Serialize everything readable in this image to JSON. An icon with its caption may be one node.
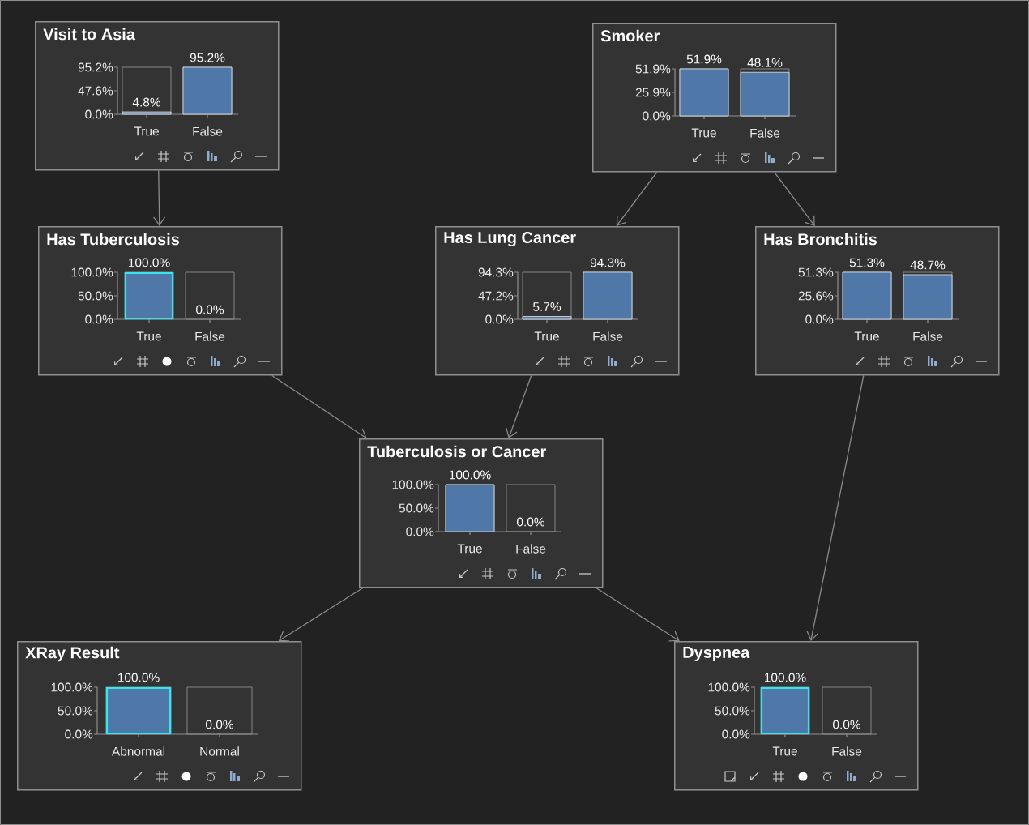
{
  "diagram": {
    "nodes": [
      {
        "text": [
          "Visit to Asia",
          "95.2%",
          "47.6%",
          "0.0%",
          "4.8%",
          "95.2%",
          "True",
          "False"
        ]
      },
      {
        "text": [
          "Smoker",
          "51.9%",
          "25.9%",
          "0.0%",
          "51.9%",
          "48.1%",
          "True",
          "False"
        ]
      },
      {
        "text": [
          "Has Tuberculosis",
          "100.0%",
          "50.0%",
          "0.0%",
          "100.0%",
          "0.0%",
          "True",
          "False"
        ]
      },
      {
        "text": [
          "Has Lung Cancer",
          "94.3%",
          "47.2%",
          "0.0%",
          "5.7%",
          "94.3%",
          "True",
          "False"
        ]
      },
      {
        "text": [
          "Has Bronchitis",
          "51.3%",
          "25.6%",
          "0.0%",
          "51.3%",
          "48.7%",
          "True",
          "False"
        ]
      },
      {
        "text": [
          "Tuberculosis or Cancer",
          "100.0%",
          "50.0%",
          "0.0%",
          "100.0%",
          "0.0%",
          "True",
          "False"
        ]
      },
      {
        "text": [
          "XRay Result",
          "100.0%",
          "50.0%",
          "0.0%",
          "100.0%",
          "0.0%",
          "Abnormal",
          "Normal"
        ]
      },
      {
        "text": [
          "Dyspnea",
          "100.0%",
          "50.0%",
          "0.0%",
          "100.0%",
          "0.0%",
          "True",
          "False"
        ]
      }
    ],
    "edges": [
      {
        "from": 0,
        "to": 2,
        "arrow": "to"
      },
      {
        "from": 1,
        "to": 3,
        "arrow": "to"
      },
      {
        "from": 1,
        "to": 4,
        "arrow": "to"
      },
      {
        "from": 2,
        "to": 5,
        "arrow": "to"
      },
      {
        "from": 3,
        "to": 5,
        "arrow": "to"
      },
      {
        "from": 4,
        "to": 7,
        "arrow": "to"
      },
      {
        "from": 5,
        "to": 6,
        "arrow": "to"
      },
      {
        "from": 5,
        "to": 7,
        "arrow": "to"
      }
    ]
  }
}
